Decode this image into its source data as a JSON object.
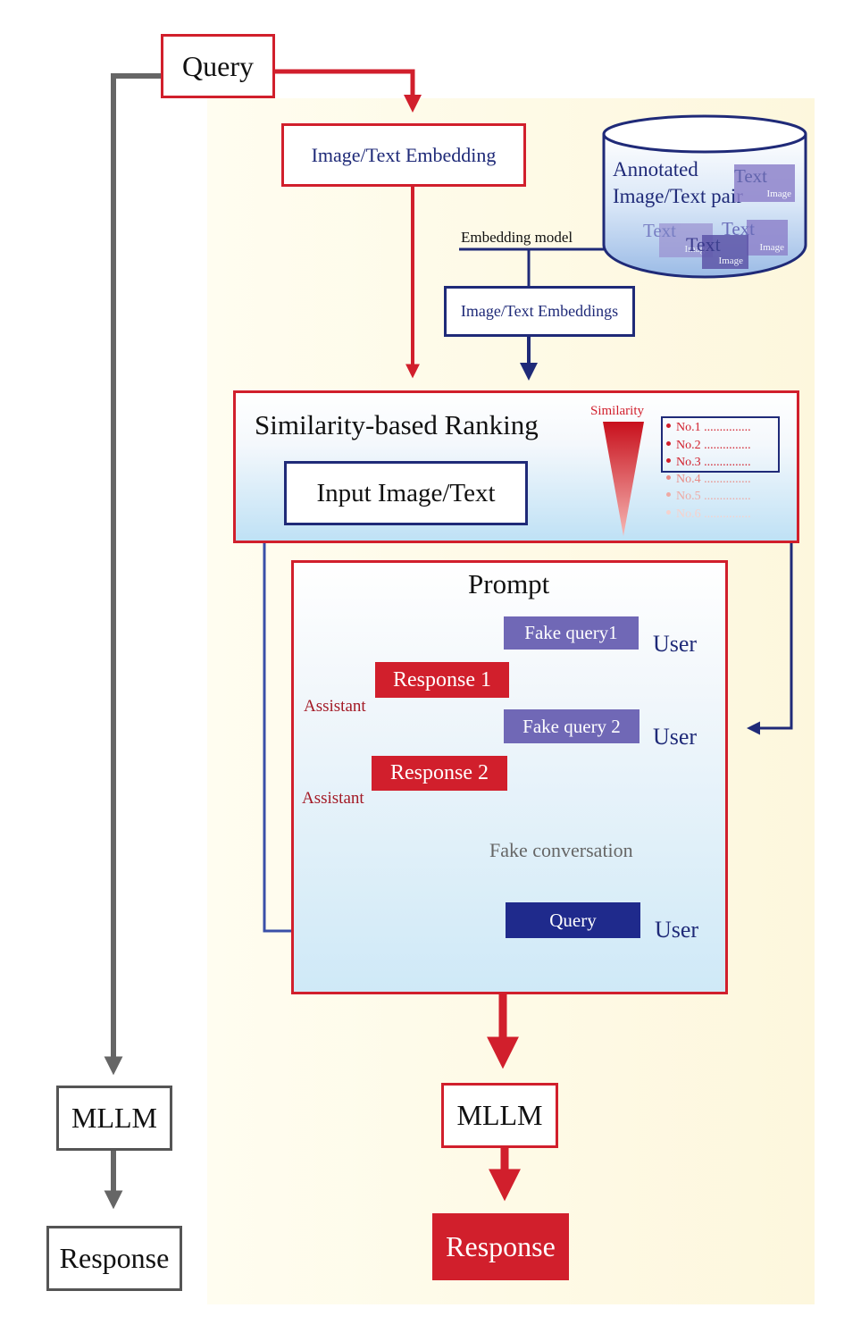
{
  "left_flow": {
    "query": "Query",
    "mllm": "MLLM",
    "response": "Response"
  },
  "embedding": {
    "query_embedding": "Image/Text Embedding",
    "database": {
      "label_line1": "Annotated",
      "label_line2": "Image/Text pair",
      "items": [
        {
          "text": "Text",
          "image": "Image"
        },
        {
          "text": "Text",
          "image": "Image"
        },
        {
          "text": "Text",
          "image": "Image"
        },
        {
          "text": "Text",
          "image": "Image"
        }
      ]
    },
    "embedding_model": "Embedding model",
    "db_embeddings": "Image/Text Embeddings"
  },
  "ranking": {
    "title": "Similarity-based Ranking",
    "input": "Input  Image/Text",
    "similarity_label": "Similarity",
    "items": [
      {
        "label": "No.1 ...............",
        "color": "#d11f2c"
      },
      {
        "label": "No.2 ...............",
        "color": "#d11f2c"
      },
      {
        "label": "No.3 ...............",
        "color": "#d11f2c"
      },
      {
        "label": "No.4 ...............",
        "color": "#e88a84"
      },
      {
        "label": "No.5 ...............",
        "color": "#eeaaa4"
      },
      {
        "label": "No.6 ...............",
        "color": "#f6d2cd"
      }
    ]
  },
  "prompt": {
    "title": "Prompt",
    "fake_query_1": "Fake query1",
    "fake_query_2": "Fake query 2",
    "response_1": "Response 1",
    "response_2": "Response 2",
    "user_label": "User",
    "assistant_label": "Assistant",
    "fake_conversation": "Fake conversation",
    "query": "Query"
  },
  "right_flow": {
    "mllm": "MLLM",
    "response": "Response"
  },
  "colors": {
    "red": "#d11f2c",
    "navy": "#1f2a78",
    "purple": "#7068b6",
    "gray": "#666666"
  }
}
